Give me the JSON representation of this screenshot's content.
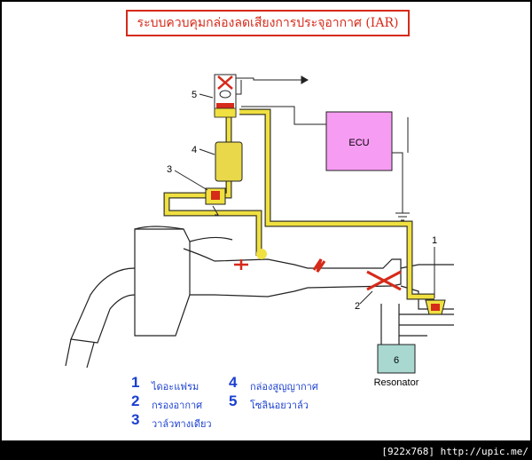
{
  "title": "ระบบควบคุมกล่องลดเสียงการประจุอากาศ (IAR)",
  "component_labels": {
    "ecu": "ECU",
    "resonator": "Resonator",
    "n1": "1",
    "n2": "2",
    "n3": "3",
    "n4": "4",
    "n5": "5",
    "n6": "6"
  },
  "legend": [
    {
      "num": "1",
      "text": "ไดอะแฟรม"
    },
    {
      "num": "2",
      "text": "กรองอากาศ"
    },
    {
      "num": "3",
      "text": "วาล์วทางเดียว"
    },
    {
      "num": "4",
      "text": "กล่องสูญญากาศ"
    },
    {
      "num": "5",
      "text": "โซลินอยวาล์ว"
    }
  ],
  "footer": "[922x768] http://upic.me/",
  "colors": {
    "accent_red": "#d62a1a",
    "legend_blue": "#1a3fd0",
    "vacuum_line_yellow": "#f0e040",
    "ecu_fill": "#f79cf3",
    "resonator_fill": "#a8d8d0"
  }
}
